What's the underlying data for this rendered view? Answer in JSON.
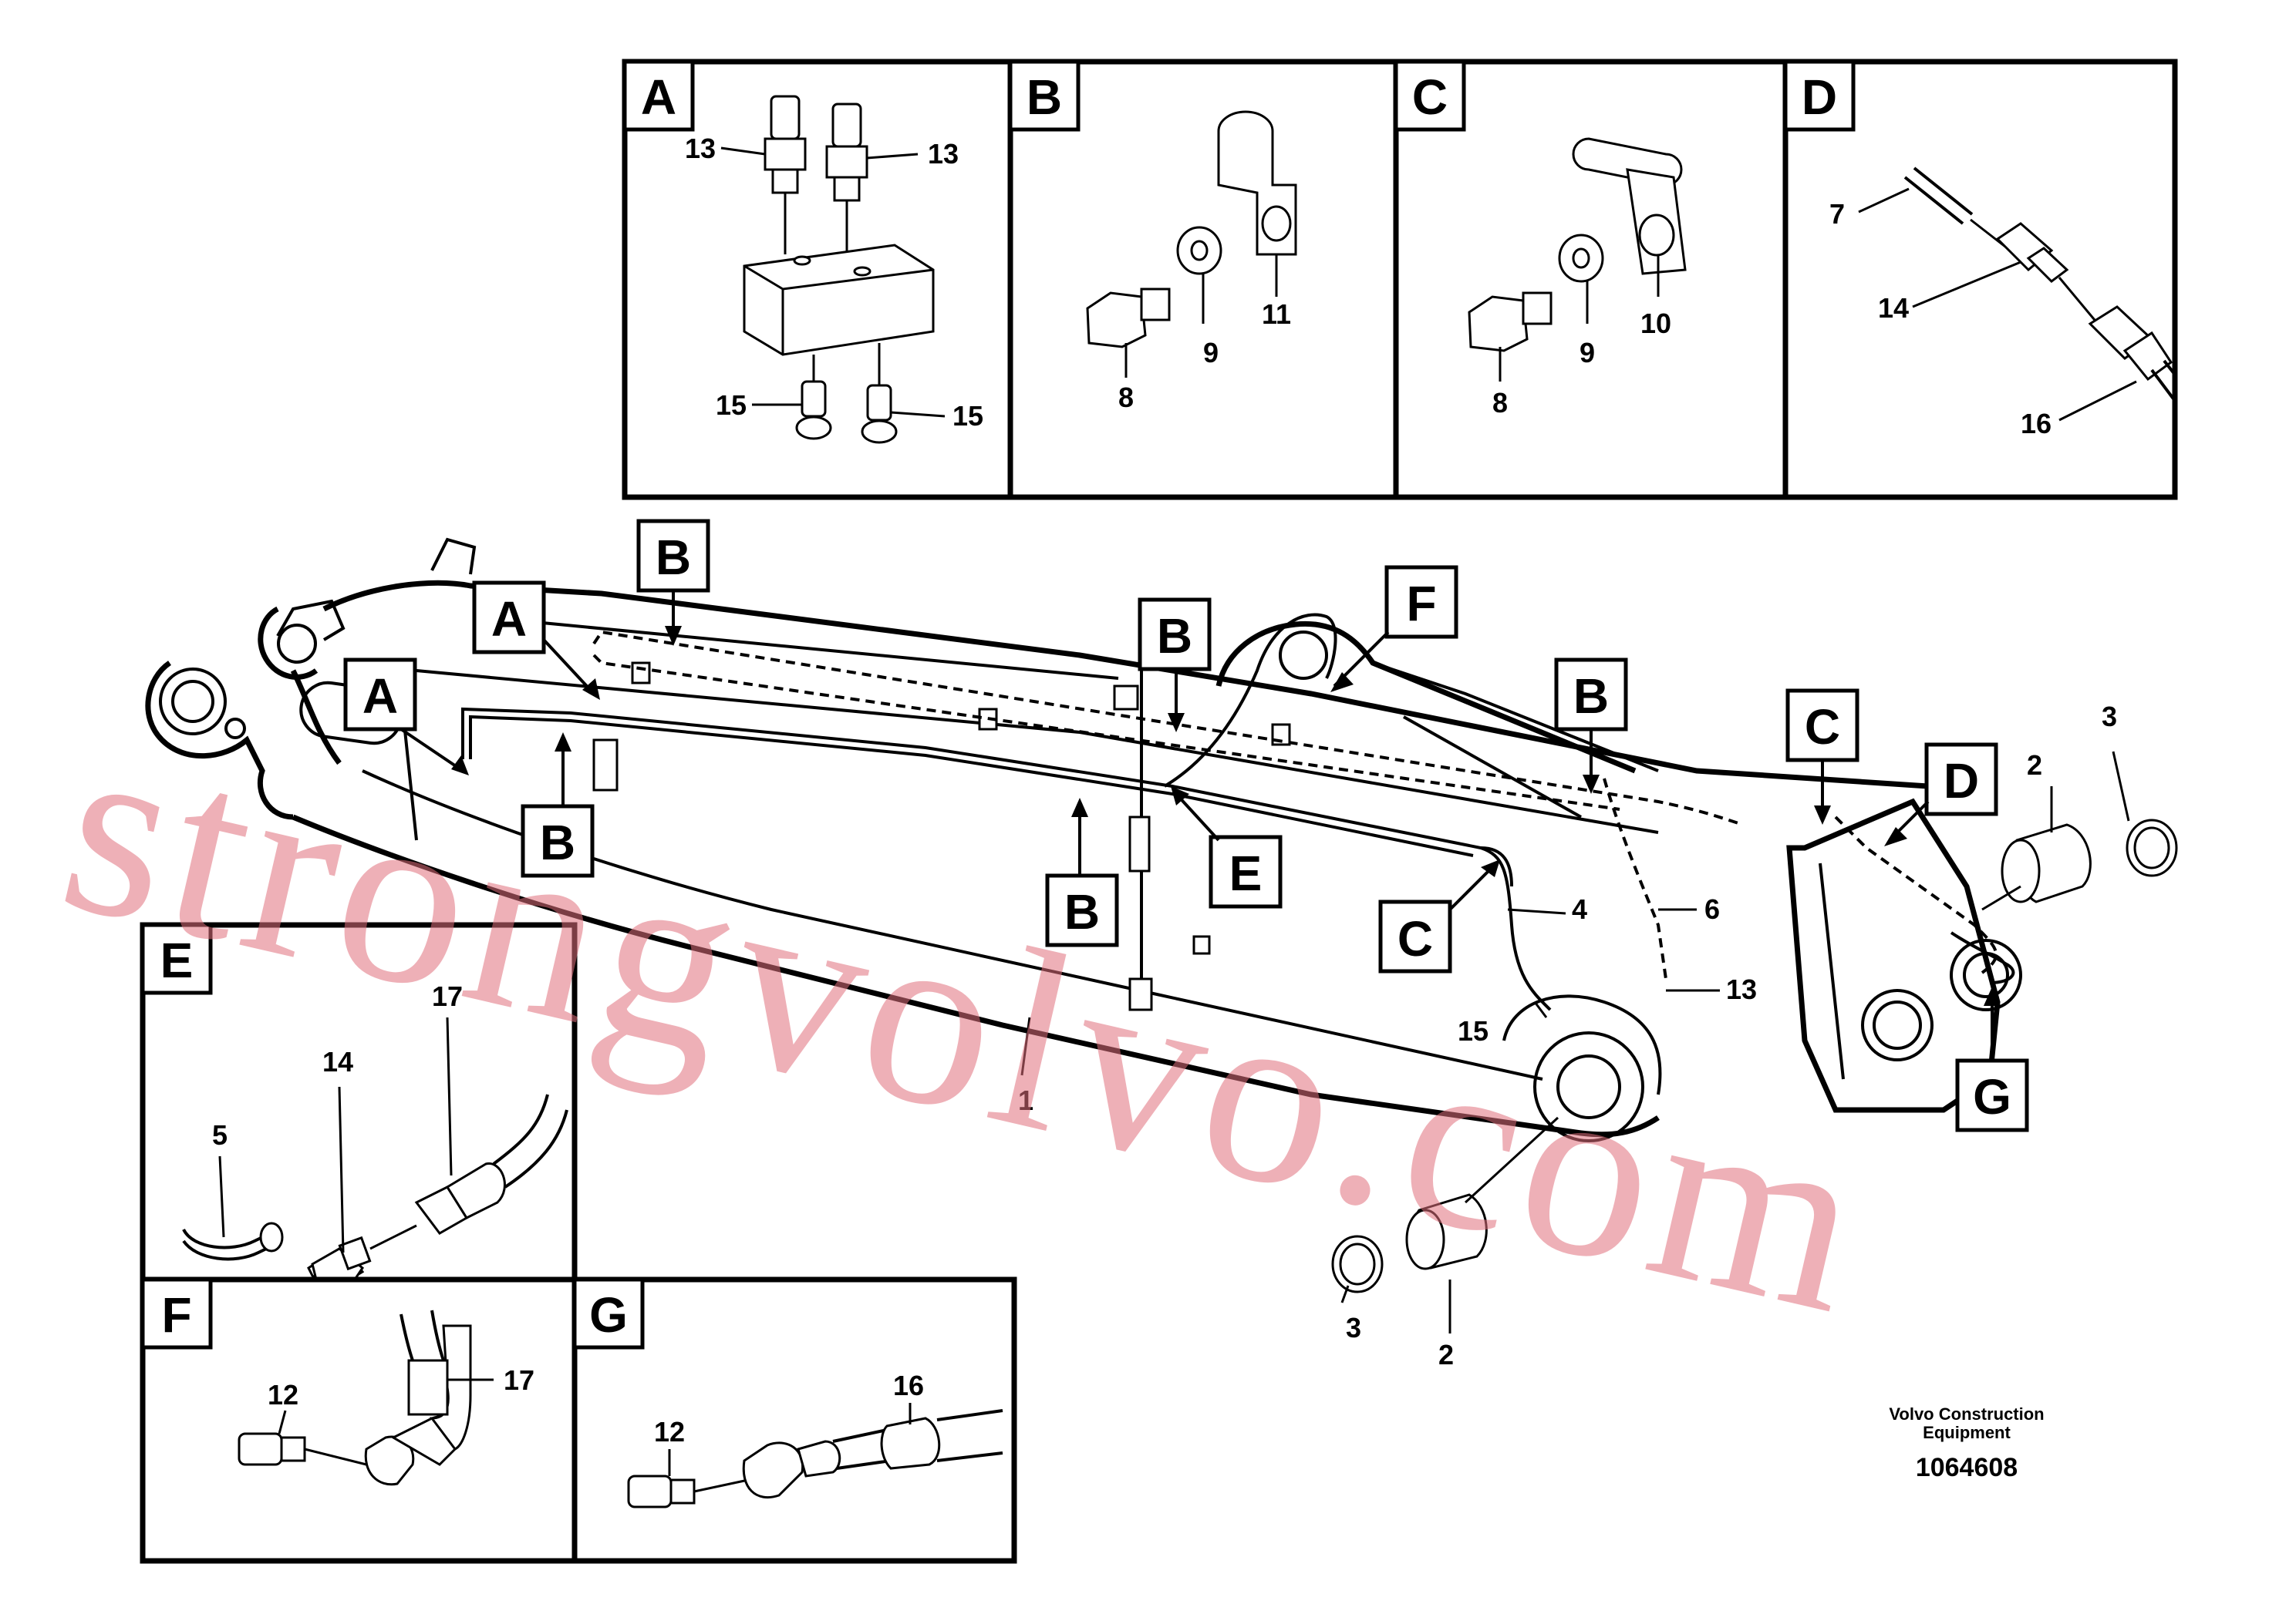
{
  "detail_panels": {
    "A": {
      "letter": "A",
      "callouts": [
        "13",
        "13",
        "15",
        "15"
      ]
    },
    "B": {
      "letter": "B",
      "callouts": [
        "8",
        "9",
        "11"
      ]
    },
    "C": {
      "letter": "C",
      "callouts": [
        "8",
        "9",
        "10"
      ]
    },
    "D": {
      "letter": "D",
      "callouts": [
        "7",
        "14",
        "16"
      ]
    },
    "E": {
      "letter": "E",
      "callouts": [
        "17",
        "14",
        "5"
      ]
    },
    "F": {
      "letter": "F",
      "callouts": [
        "12",
        "17"
      ]
    },
    "G": {
      "letter": "G",
      "callouts": [
        "12",
        "16"
      ]
    }
  },
  "main_view": {
    "view_markers": [
      "B",
      "A",
      "A",
      "B",
      "B",
      "E",
      "B",
      "F",
      "B",
      "C",
      "C",
      "D",
      "G"
    ],
    "callouts": [
      "1",
      "2",
      "3",
      "4",
      "6",
      "13",
      "15",
      "2",
      "3"
    ]
  },
  "watermark": "strongvolvo.com",
  "footer": {
    "company_line1": "Volvo Construction",
    "company_line2": "Equipment",
    "drawing_number": "1064608"
  }
}
